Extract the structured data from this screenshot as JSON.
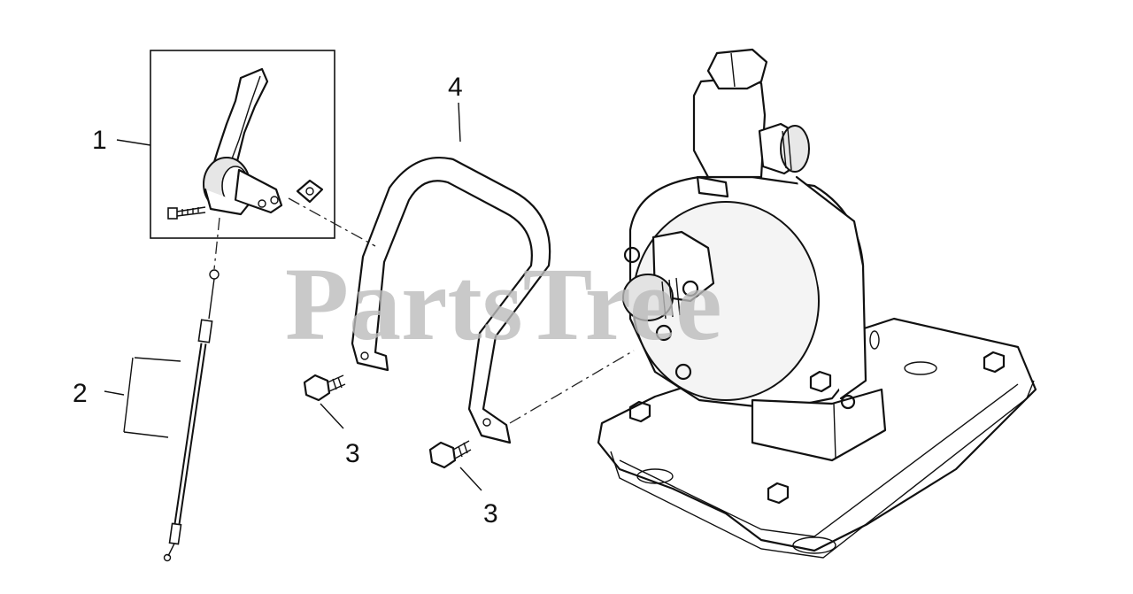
{
  "watermark": {
    "text": "PartsTree"
  },
  "callouts": [
    {
      "id": "1",
      "text": "1"
    },
    {
      "id": "2",
      "text": "2"
    },
    {
      "id": "3a",
      "text": "3"
    },
    {
      "id": "3b",
      "text": "3"
    },
    {
      "id": "4",
      "text": "4"
    }
  ]
}
